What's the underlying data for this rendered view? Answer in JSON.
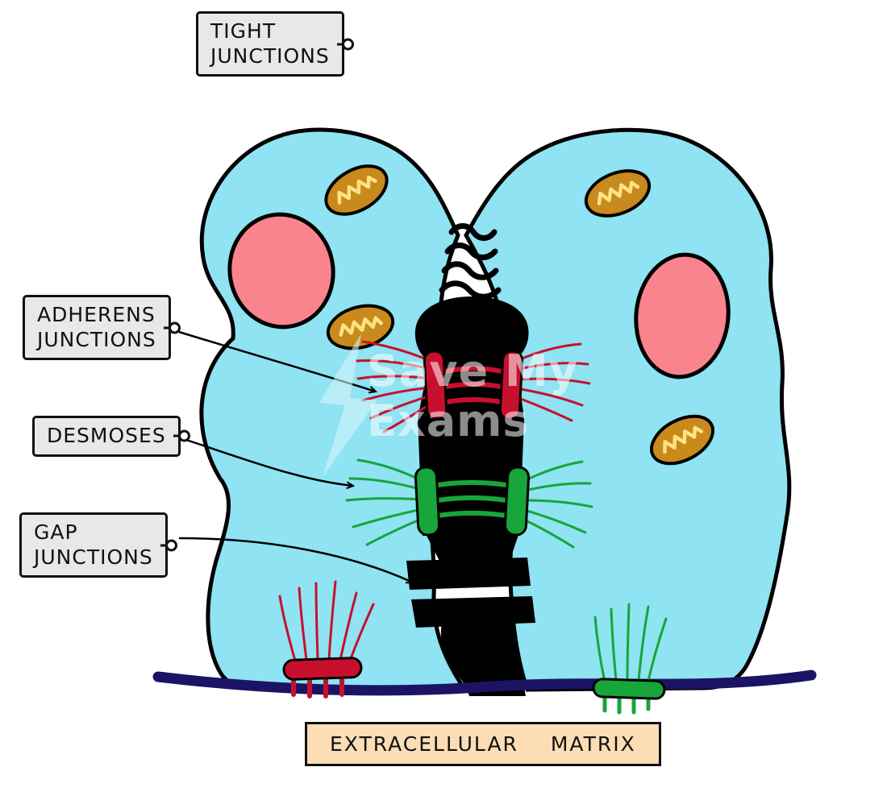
{
  "labels": {
    "tight": "TIGHT\nJUNCTIONS",
    "adherens": "ADHERENS\nJUNCTIONS",
    "desmoses": "DESMOSES",
    "gap": "GAP\nJUNCTIONS",
    "matrix": "EXTRACELLULAR MATRIX"
  },
  "watermark": {
    "line1": "Save My",
    "line2": "Exams"
  },
  "colors": {
    "background": "#ffffff",
    "cell": "#8FE3F2",
    "outline": "#000000",
    "nucleus": "#F9848E",
    "mito-body": "#C8891D",
    "mito-cristae": "#FFE282",
    "adherens-red": "#C8102E",
    "desmosome-green": "#17A53C",
    "matrix-navy": "#1B1464",
    "tag-bg": "#E9E7E7",
    "matrix-label-bg": "#FCDDB5"
  }
}
